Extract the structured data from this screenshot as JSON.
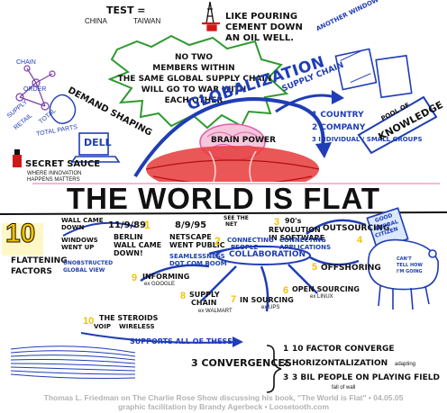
{
  "title": "THE WORLD IS FLAT",
  "top_test": {
    "label": "TEST =",
    "china": "CHINA",
    "taiwan": "TAIWAN"
  },
  "oil_well_note": [
    "LIKE POURING",
    "CEMENT DOWN",
    "AN OIL WELL."
  ],
  "supply_chain_note": [
    "NO TWO",
    "MEMBERS WITHIN",
    "THE SAME GLOBAL SUPPLY CHAIN",
    "WILL GO TO WAR WITH",
    "EACH OTHER"
  ],
  "another_window": "ANOTHER WINDOW TO LOOK @ WORLD THROUGH",
  "supply_chain_label": "SUPPLY CHAIN",
  "demand_shaping": "DEMAND SHAPING",
  "dell": "DELL",
  "chain_words": [
    "CHAIN",
    "SUPPLY",
    "RETAIL",
    "TOTAL",
    "ORDER",
    "TOTAL PARTS"
  ],
  "globalization": "GLOBALIZATION",
  "brain_power": "BRAIN POWER",
  "entities": [
    "1 COUNTRY",
    "2 COMPANY",
    "3 INDIVIDUAL / SMALL GROUPS"
  ],
  "pool_knowledge": [
    "POOL OF",
    "KNOWLEDGE"
  ],
  "secret_sauce": {
    "label": "SECRET SAUCE",
    "sub": [
      "WHERE INNOVATION",
      "HAPPENS MATTERS"
    ]
  },
  "ten_factors": {
    "num": "10",
    "label": [
      "FLATTENING",
      "FACTORS"
    ]
  },
  "factors": {
    "f1_wall": [
      "WALL CAME",
      "DOWN"
    ],
    "f1_windows": [
      "WINDOWS",
      "WENT UP"
    ],
    "f1_date": "11/9/89",
    "f1_num": "1",
    "f1_berlin": [
      "BERLIN",
      "WALL CAME",
      "DOWN!"
    ],
    "f1_global": [
      "UNOBSTRUCTED",
      "GLOBAL VIEW"
    ],
    "f2_date": "8/9/95",
    "f2_netscape": [
      "NETSCAPE",
      "WENT PUBLIC"
    ],
    "f2_num": "2",
    "f2_see": [
      "SEE THE",
      "NET"
    ],
    "f2_seamless": [
      "SEAMLESSNESS",
      "DOT COM BOOM"
    ],
    "f3_num": "3",
    "f3_text": [
      "90's",
      "REVOLUTION",
      "IN SOFTWARE"
    ],
    "connecting_apps": [
      "CONNECTING",
      "APPLICATIONS"
    ],
    "connecting_people": [
      "CONNECTING",
      "PEOPLE"
    ],
    "collaboration": "COLLABORATION",
    "f4_num": "4",
    "f4_text": "OUTSOURCING",
    "f5_num": "5",
    "f5_text": "OFFSHORING",
    "f6_num": "6",
    "f6_text": [
      "OPEN SOURCING",
      "ex LINUX"
    ],
    "f7_num": "7",
    "f7_text": [
      "IN SOURCING",
      "ex UPS"
    ],
    "f8_num": "8",
    "f8_text": [
      "SUPPLY",
      "CHAIN",
      "ex WALMART"
    ],
    "f9_num": "9",
    "f9_text": [
      "INFORMING",
      "ex GOOGLE"
    ],
    "f10_num": "10",
    "f10_text": [
      "THE STEROIDS",
      "VOIP",
      "WIRELESS"
    ],
    "good_global_citizen": [
      "GOOD",
      "GLOBAL",
      "CITIZEN"
    ],
    "cow_text": [
      "CAN'T",
      "TELL HOW",
      "I'M GOING"
    ],
    "supports": "SUPPORTS ALL OF THESE"
  },
  "convergences": {
    "label": "3 CONVERGENCES",
    "items": [
      {
        "num": "1",
        "text": "10 FACTOR CONVERGE"
      },
      {
        "num": "2",
        "text": "HORIZONTALIZATION",
        "note": "adapting"
      },
      {
        "num": "3",
        "text": "3 BIL PEOPLE ON PLAYING FIELD",
        "note": "fall of wall"
      }
    ]
  },
  "caption": [
    "Thomas L. Friedman on The Charlie Rose Show discussing his book, \"The World is Flat\" • 04.05.05",
    "graphic facilitation by Brandy Agerbeck • Loosetooth.com"
  ],
  "colors": {
    "blue": "#1f3db5",
    "yellow": "#f3c200",
    "orange": "#e07b00",
    "red": "#d11818",
    "green": "#2e9a2e",
    "pink": "#e05fb0",
    "caption": "#b3b3b3"
  }
}
